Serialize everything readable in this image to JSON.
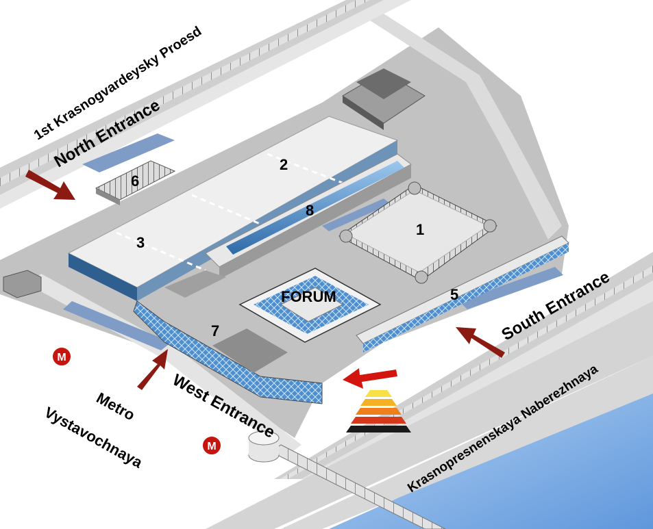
{
  "map": {
    "roads": {
      "north": "1st Krasnogvardeysky Proesd",
      "south": "Krasnopresnenskaya Naberezhnaya"
    },
    "entrances": {
      "north": "North Entrance",
      "south": "South Entrance",
      "west": "West Entrance"
    },
    "metro": {
      "line1": "Metro",
      "line2": "Vystavochnaya",
      "symbol": "M"
    },
    "halls": {
      "h1": "1",
      "h2": "2",
      "h3": "3",
      "h5": "5",
      "h6": "6",
      "h7": "7",
      "h8": "8",
      "forum": "FORUM"
    },
    "colors": {
      "ground": "#bdbdbd",
      "road": "#d9d9d9",
      "roof": "#e9e9e9",
      "glass": "#5f9fd6",
      "river": "#7fb1e8",
      "arrow": "#8a1a12",
      "metro": "#c8140f"
    },
    "icons": [
      "arrow-icon",
      "metro-icon",
      "pedestrian-bridge-icon",
      "staircase-marker-icon"
    ]
  }
}
